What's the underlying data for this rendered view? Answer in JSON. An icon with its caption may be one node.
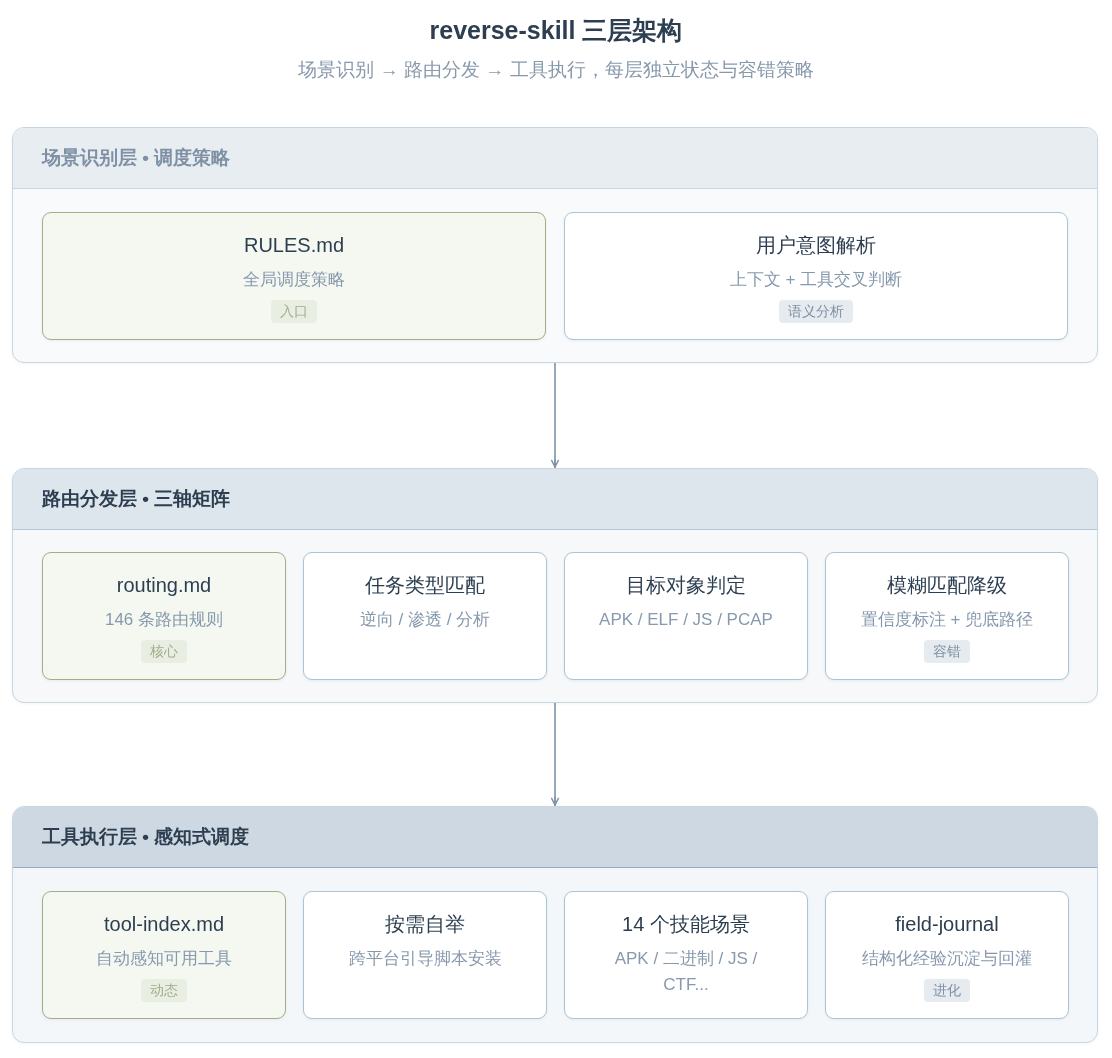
{
  "diagram": {
    "title": "reverse-skill 三层架构",
    "nodes": [
      {
        "text": [
          "场景识别层 • 调度策略"
        ]
      },
      {
        "text": [
          "RULES.md",
          "全局调度策略",
          "入口"
        ],
        "in": 0
      },
      {
        "text": [
          "用户意图解析",
          "上下文 + 工具交叉判断",
          "语义分析"
        ],
        "in": 0
      },
      {
        "text": [
          "路由分发层 • 三轴矩阵"
        ]
      },
      {
        "text": [
          "routing.md",
          "146 条路由规则",
          "核心"
        ],
        "in": 3
      },
      {
        "text": [
          "任务类型匹配",
          "逆向 / 渗透 / 分析"
        ],
        "in": 3
      },
      {
        "text": [
          "目标对象判定",
          "APK / ELF / JS / PCAP"
        ],
        "in": 3
      },
      {
        "text": [
          "模糊匹配降级",
          "置信度标注 + 兜底路径",
          "容错"
        ],
        "in": 3
      },
      {
        "text": [
          "工具执行层 • 感知式调度"
        ]
      },
      {
        "text": [
          "tool-index.md",
          "自动感知可用工具",
          "动态"
        ],
        "in": 8
      },
      {
        "text": [
          "按需自举",
          "跨平台引导脚本安装"
        ],
        "in": 8
      },
      {
        "text": [
          "14 个技能场景",
          "APK / 二进制 / JS / CTF..."
        ],
        "in": 8
      },
      {
        "text": [
          "field-journal",
          "结构化经验沉淀与回灌",
          "进化"
        ],
        "in": 8
      }
    ],
    "edges": [
      {
        "from": 0,
        "to": 3,
        "arrow": "to"
      },
      {
        "from": 3,
        "to": 8,
        "arrow": "to"
      }
    ],
    "labels": [
      "场景识别 → 路由分发 → 工具执行，每层独立状态与容错策略"
    ]
  }
}
